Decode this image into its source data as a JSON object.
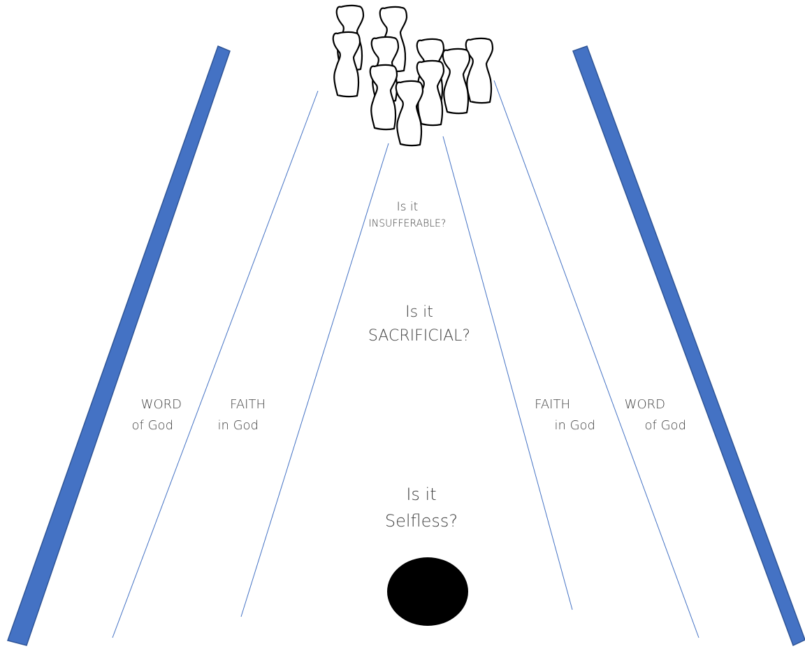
{
  "colors": {
    "gutter": "#4472C4",
    "gutter_edge": "#2F5597",
    "guide_line": "#4472C4",
    "pin_outline": "#000000",
    "ball": "#000000",
    "text": "#404040"
  },
  "questions": {
    "top": {
      "line1": "Is it",
      "line2": "INSUFFERABLE?"
    },
    "middle": {
      "line1": "Is it",
      "line2": "SACRIFICIAL?"
    },
    "bottom": {
      "line1": "Is it",
      "line2": "Selfless?"
    }
  },
  "left": {
    "word": {
      "line1": "WORD",
      "line2": "of God"
    },
    "faith": {
      "line1": "FAITH",
      "line2": "in God"
    }
  },
  "right": {
    "faith": {
      "line1": "FAITH",
      "line2": "in God"
    },
    "word": {
      "line1": "WORD",
      "line2": "of God"
    }
  },
  "icons": {
    "pins": "bowling-pins-icon",
    "ball": "bowling-ball-icon"
  }
}
